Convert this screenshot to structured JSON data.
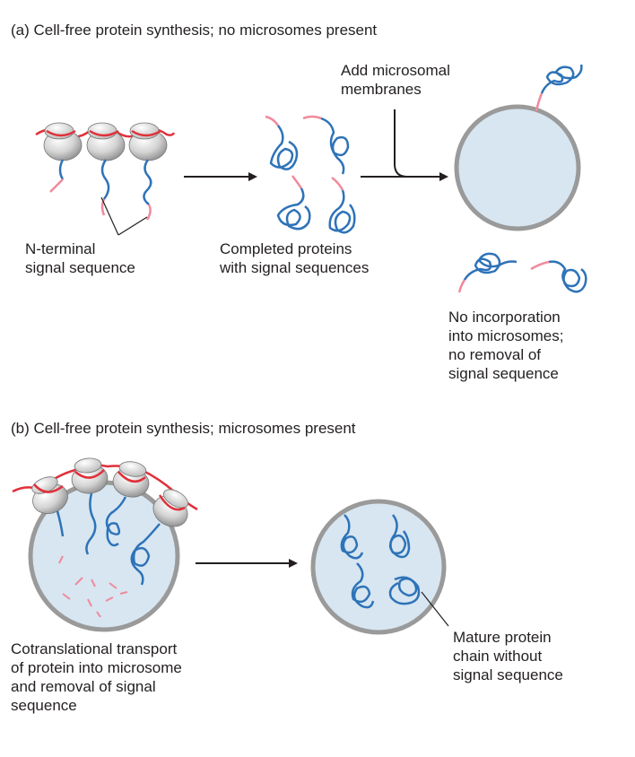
{
  "panel_a": {
    "title": "(a)  Cell-free protein synthesis; no microsomes present",
    "label_signal": "N-terminal\nsignal sequence",
    "label_completed": "Completed proteins\nwith signal sequences",
    "label_add": "Add microsomal\nmembranes",
    "label_no_incorp": "No incorporation\ninto microsomes;\nno removal of\nsignal sequence"
  },
  "panel_b": {
    "title": "(b)  Cell-free protein synthesis; microsomes present",
    "label_cotrans": "Cotranslational transport\nof protein into microsome\nand removal of signal\nsequence",
    "label_mature": "Mature protein\nchain without\nsignal sequence"
  },
  "colors": {
    "mrna": "#e0303a",
    "protein": "#2e73b8",
    "signal": "#f08a9c",
    "membrane": "#9a9a9a",
    "lumen": "#d7e6f1"
  }
}
